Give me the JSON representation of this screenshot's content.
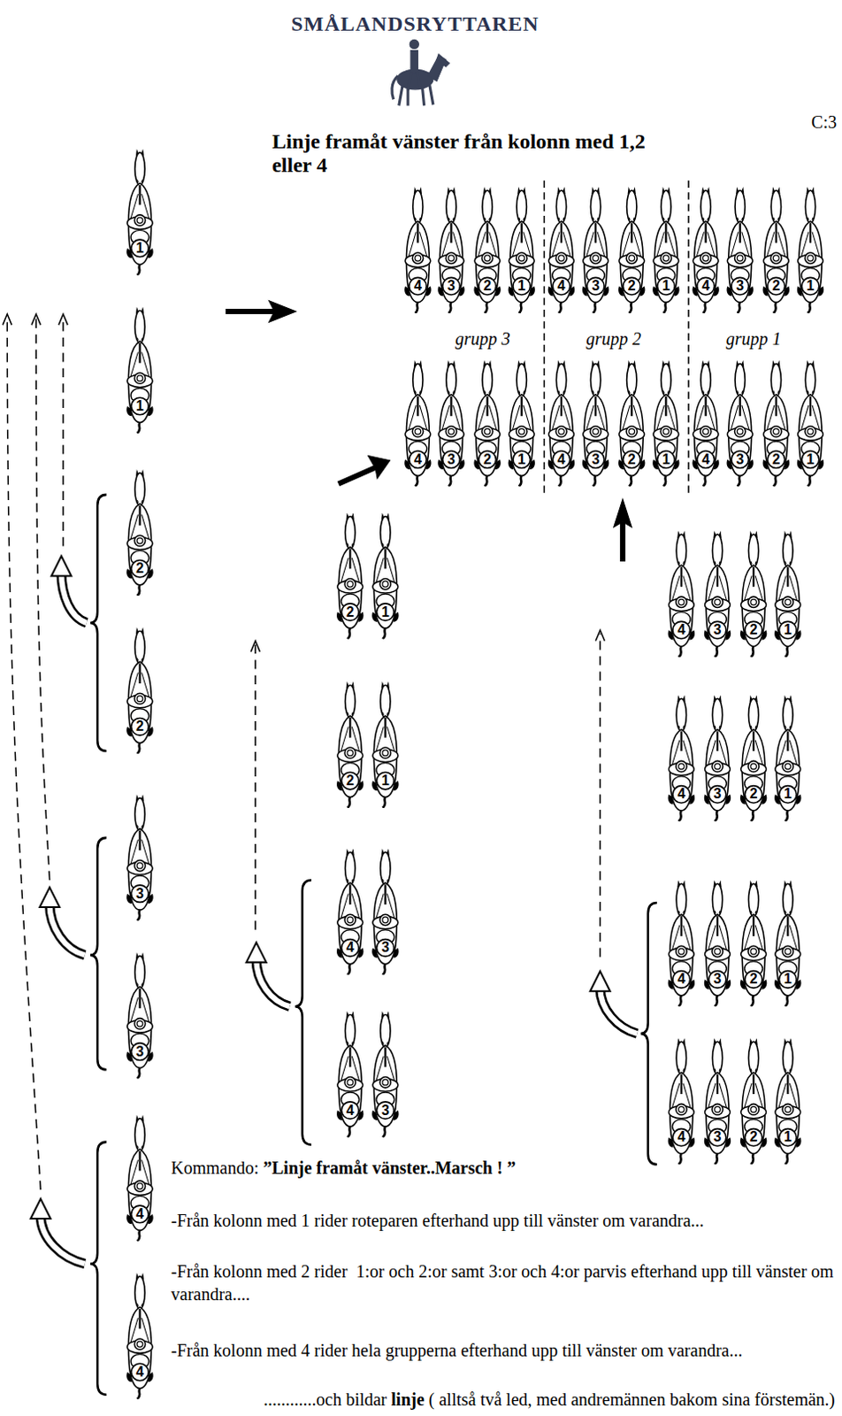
{
  "diagram": {
    "title": "Linje framåt vänster från kolonn med 1,2 eller 4",
    "labels": [
      "SMÅLANDSRYTTAREN",
      "C:3",
      "4",
      "3",
      "2",
      "1",
      "4",
      "3",
      "2",
      "1",
      "4",
      "3",
      "2",
      "1",
      "grupp 3",
      "grupp 2",
      "grupp 1",
      "4",
      "3",
      "2",
      "1",
      "4",
      "3",
      "2",
      "1",
      "4",
      "3",
      "2",
      "1",
      "1",
      "1",
      "2",
      "2",
      "3",
      "3",
      "4",
      "4",
      "2",
      "1",
      "2",
      "1",
      "4",
      "3",
      "4",
      "3",
      "4",
      "3",
      "2",
      "1",
      "4",
      "3",
      "2",
      "1",
      "4",
      "3",
      "2",
      "1",
      "4",
      "3",
      "2",
      "1",
      "Kommando:",
      "”Linje framåt vänster..Marsch ! ”",
      "-Från kolonn med 1 rider roteparen efterhand upp till vänster om varandra...",
      "-Från kolonn med 2 rider  1:or och 2:or samt 3:or och 4:or parvis efterhand upp till vänster om varandra....",
      "-Från kolonn med 4 rider hela grupperna efterhand upp till vänster om varandra...",
      "............och bildar",
      "linje",
      "( alltså två led, med andremännen bakom sina förstemän.)"
    ]
  }
}
